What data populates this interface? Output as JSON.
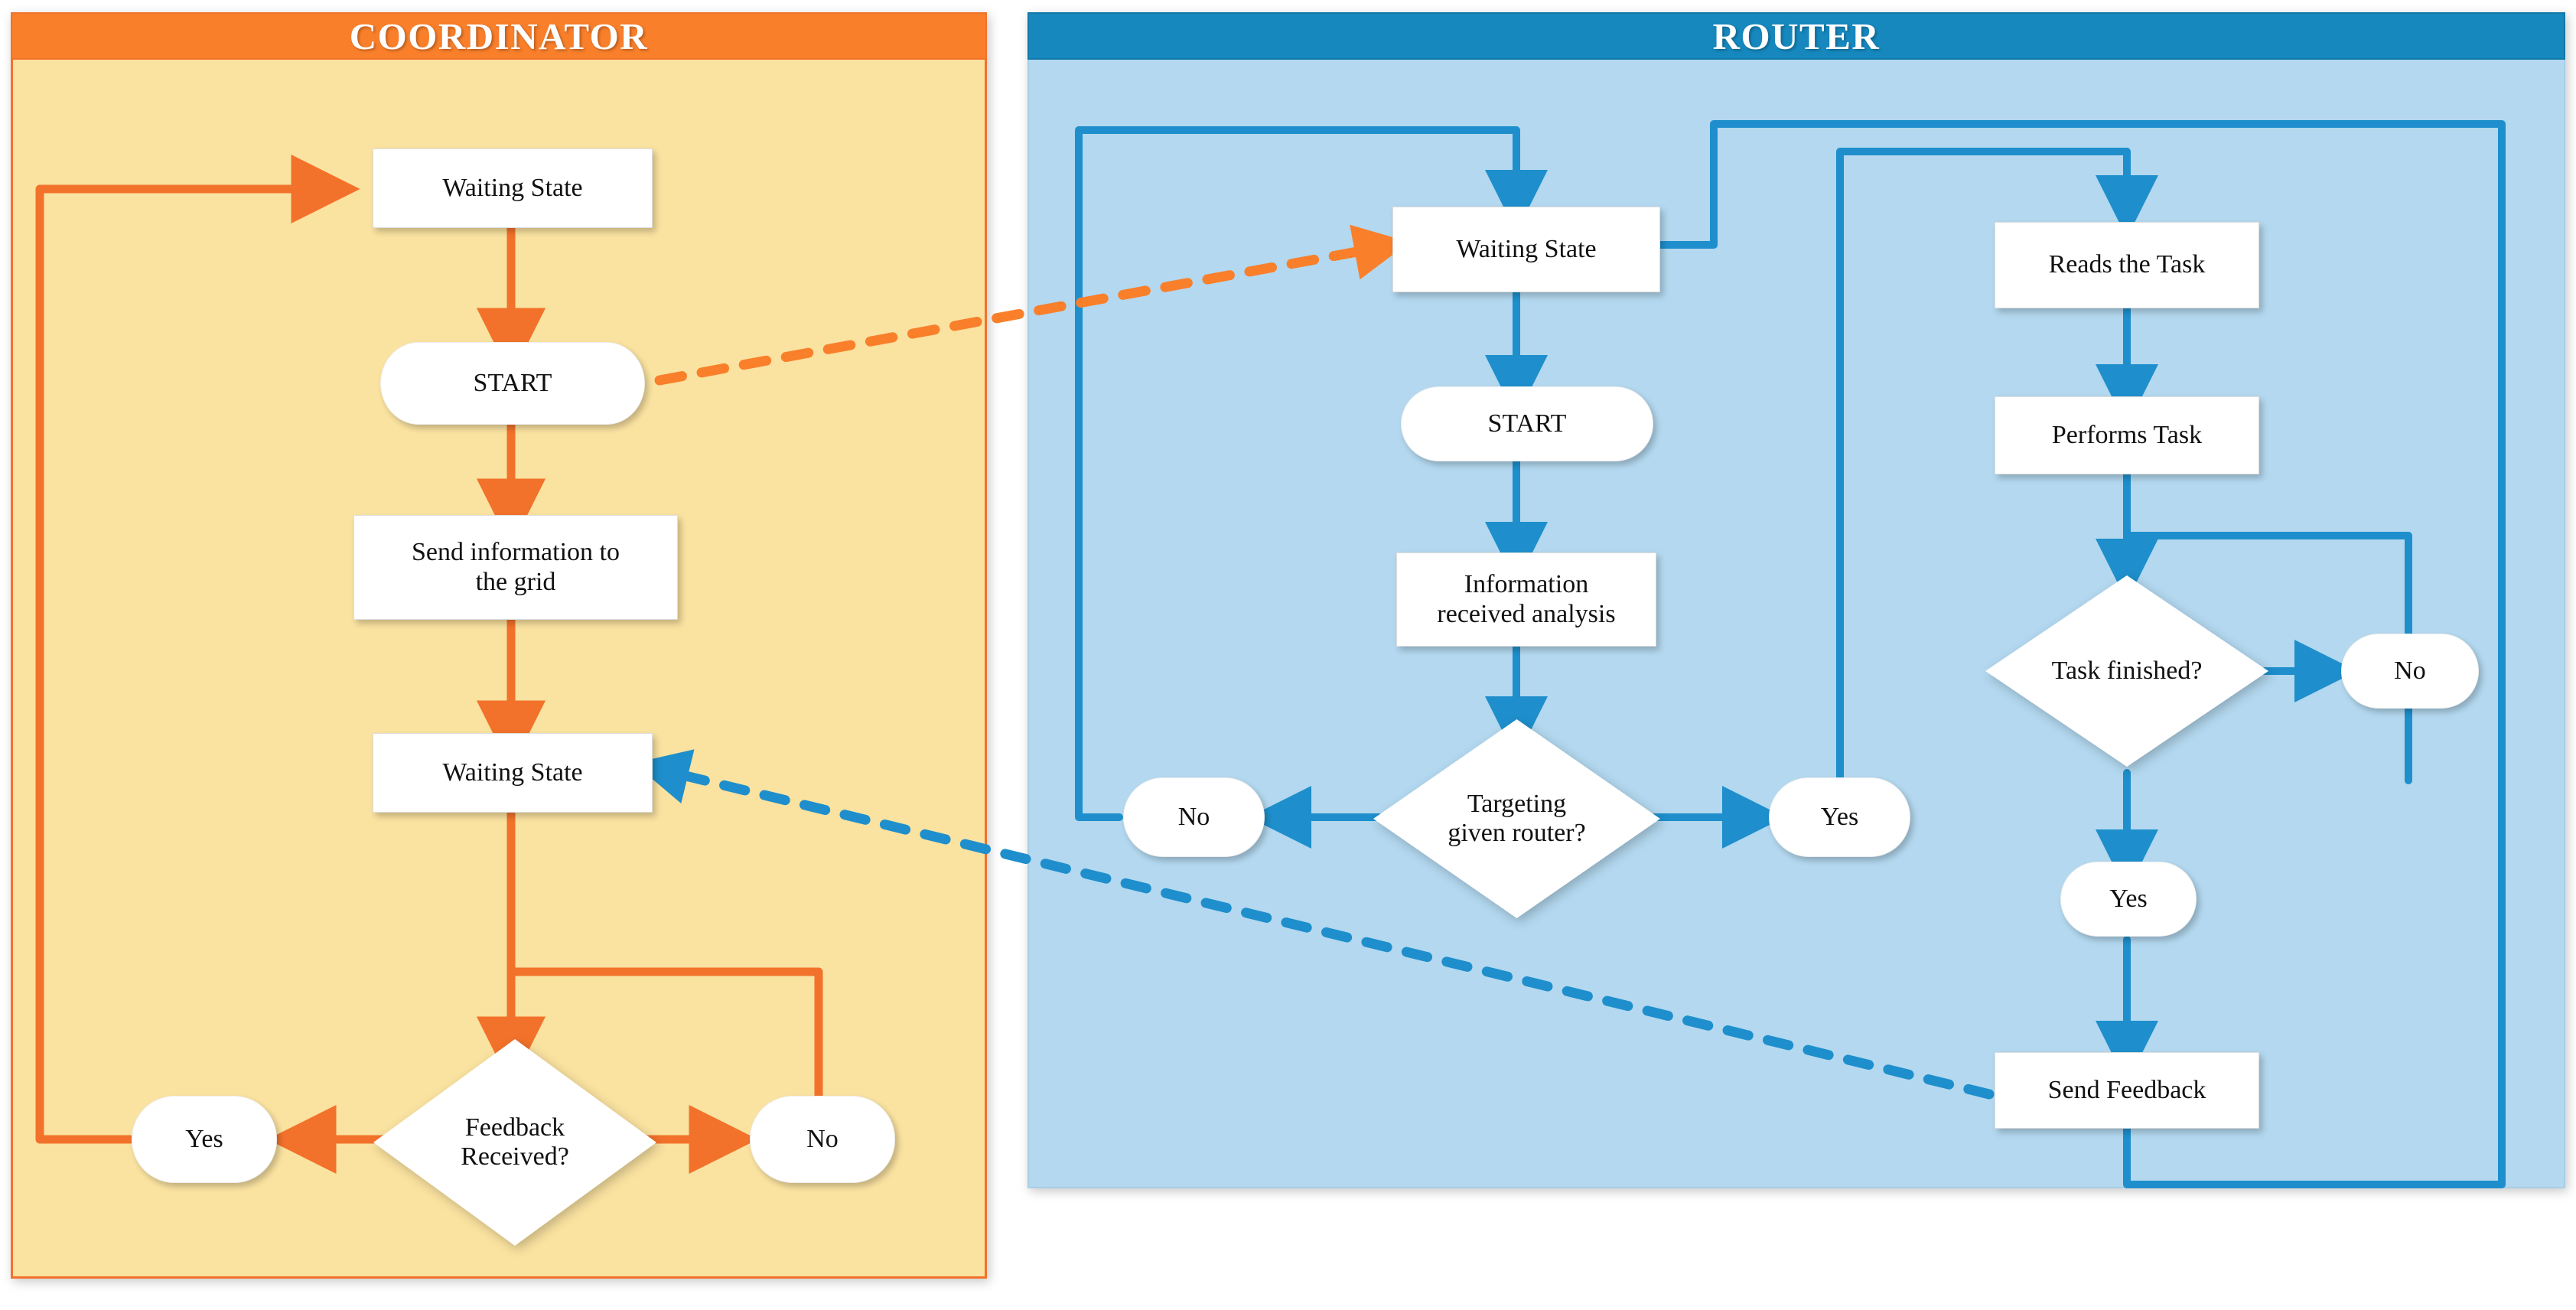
{
  "diagram": {
    "title_visible": false,
    "colors": {
      "coordinator_header": "#F97F2B",
      "coordinator_body": "#FAE2A0",
      "coordinator_line": "#F2722B",
      "router_header": "#1688BE",
      "router_body": "#B3D8EF",
      "router_line": "#1E8FCC",
      "node_fill": "#FFFFFF",
      "node_text": "#111111"
    }
  },
  "coordinator": {
    "title": "COORDINATOR",
    "nodes": {
      "waiting_state_top": "Waiting State",
      "start": "START",
      "send_information": "Send information to\nthe grid",
      "send_information_line1": "Send information to",
      "send_information_line2": "the grid",
      "waiting_state_bottom": "Waiting State",
      "feedback_decision_line1": "Feedback",
      "feedback_decision_line2": "Received?",
      "yes": "Yes",
      "no": "No"
    }
  },
  "router": {
    "title": "ROUTER",
    "nodes": {
      "waiting_state": "Waiting State",
      "start": "START",
      "information_analysis_line1": "Information",
      "information_analysis_line2": "received analysis",
      "targeting_decision_line1": "Targeting",
      "targeting_decision_line2": "given router?",
      "targeting_no": "No",
      "targeting_yes": "Yes",
      "reads_task": "Reads the Task",
      "performs_task": "Performs Task",
      "task_finished_decision": "Task finished?",
      "task_no": "No",
      "task_yes": "Yes",
      "send_feedback": "Send Feedback"
    }
  },
  "cross_links": {
    "coordinator_to_router": "dashed-orange-arrow",
    "router_to_coordinator": "dashed-blue-arrow"
  }
}
